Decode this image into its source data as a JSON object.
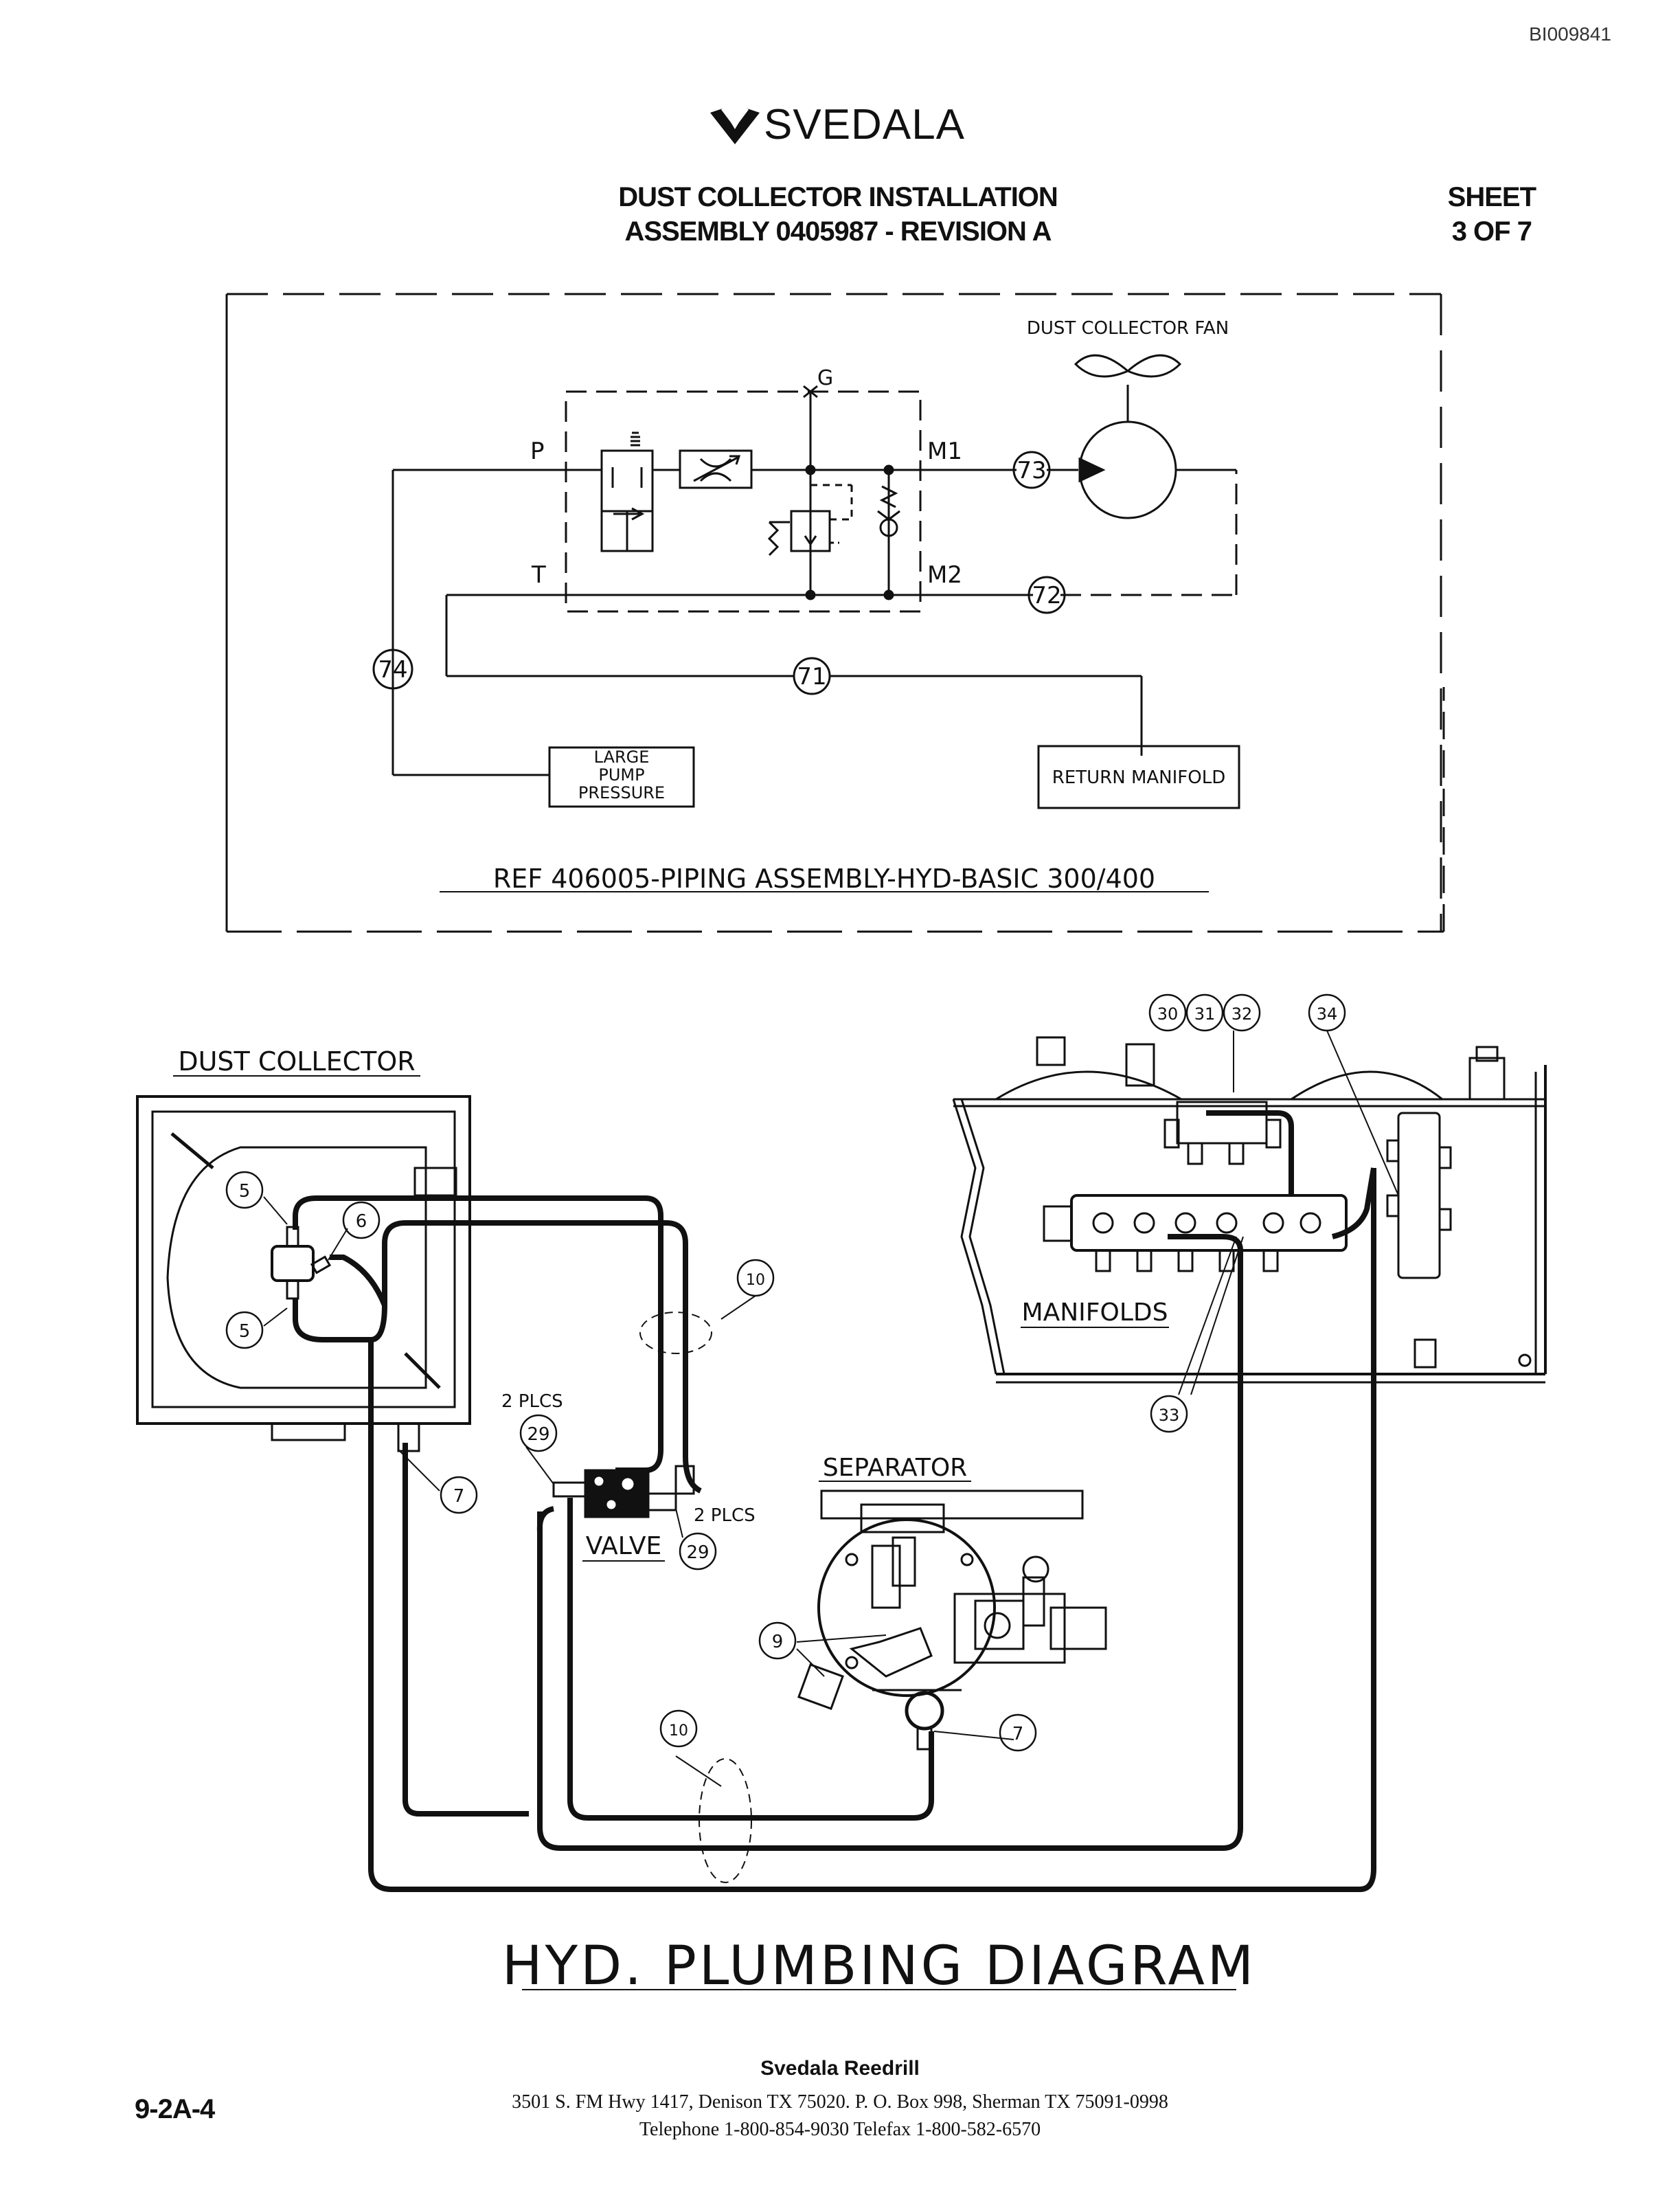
{
  "header": {
    "doc_id": "BI009841",
    "brand": "SVEDALA",
    "title_line1": "DUST COLLECTOR INSTALLATION",
    "title_line2": "ASSEMBLY 0405987 - REVISION A",
    "sheet_line1": "SHEET",
    "sheet_line2": "3  OF 7"
  },
  "schematic": {
    "fan_label": "DUST COLLECTOR FAN",
    "port_g": "G",
    "port_p": "P",
    "port_t": "T",
    "port_m1": "M1",
    "port_m2": "M2",
    "callout_73": "73",
    "callout_72": "72",
    "callout_74": "74",
    "callout_71": "71",
    "pump_box_line1": "LARGE",
    "pump_box_line2": "PUMP",
    "pump_box_line3": "PRESSURE",
    "return_box": "RETURN  MANIFOLD",
    "reference": "REF  406005-PIPING  ASSEMBLY-HYD-BASIC  300/400"
  },
  "plumbing": {
    "dust_collector_label": "DUST  COLLECTOR",
    "manifolds_label": "MANIFOLDS",
    "separator_label": "SEPARATOR",
    "valve_label": "VALVE",
    "plcs_top": "2  PLCS",
    "plcs_right": "2  PLCS",
    "callouts": {
      "c5a": "5",
      "c6": "6",
      "c5b": "5",
      "c10a": "10",
      "c7a": "7",
      "c29a": "29",
      "c29b": "29",
      "c30": "30",
      "c31": "31",
      "c32": "32",
      "c34": "34",
      "c33": "33",
      "c9": "9",
      "c10b": "10",
      "c7b": "7"
    },
    "diagram_title": "HYD.  PLUMBING  DIAGRAM"
  },
  "footer": {
    "page_number": "9-2A-4",
    "company": "Svedala Reedrill",
    "address": "3501 S. FM Hwy 1417, Denison TX  75020.    P. O. Box 998, Sherman TX  75091-0998",
    "phones": "Telephone 1-800-854-9030 Telefax 1-800-582-6570"
  }
}
